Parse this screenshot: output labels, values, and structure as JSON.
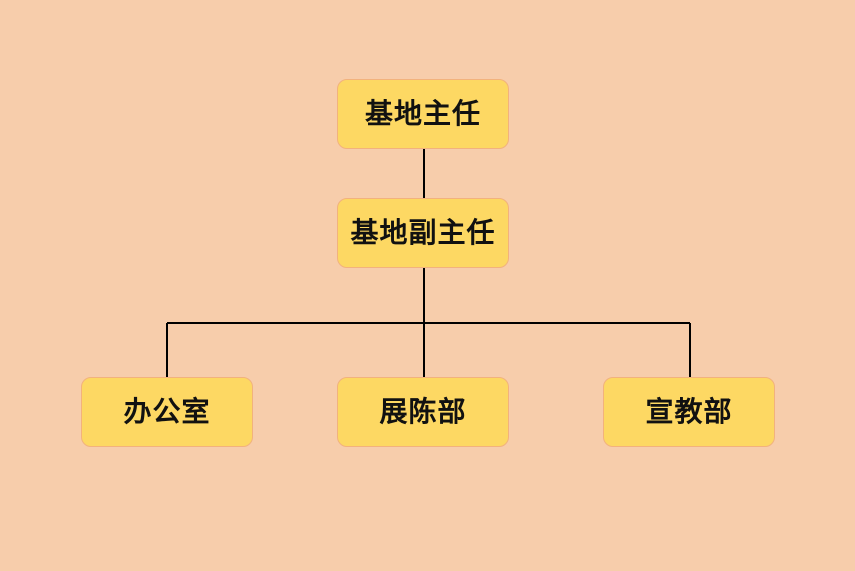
{
  "diagram": {
    "nodes": {
      "director": "基地主任",
      "deputy_director": "基地副主任",
      "office": "办公室",
      "exhibition_dept": "展陈部",
      "publicity_dept": "宣教部"
    },
    "colors": {
      "background": "#f7cdab",
      "node_fill": "#fdd863",
      "node_border": "#f2b27d",
      "connector": "#000000",
      "text": "#111111"
    }
  }
}
